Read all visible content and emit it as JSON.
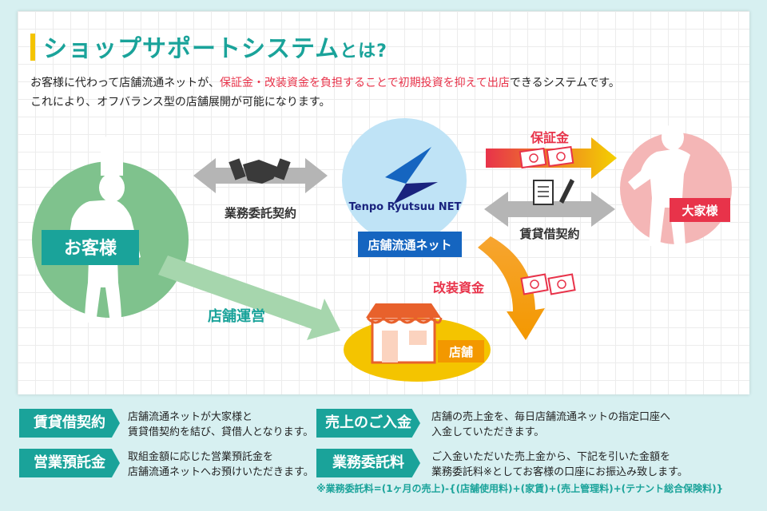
{
  "title": {
    "main": "ショップサポートシステム",
    "suffix": "とは?"
  },
  "intro": {
    "line1_a": "お客様に代わって店舗流通ネットが、",
    "line1_highlight": "保証金・改装資金を負担することで初期投資を抑えて出店",
    "line1_b": "できるシステムです。",
    "line2": "これにより、オフバランス型の店舗展開が可能になります。"
  },
  "diagram": {
    "customer_label": "お客様",
    "company_logo_text": "Tenpo Ryutsuu NET",
    "company_label": "店舗流通ネット",
    "landlord_label": "大家様",
    "store_label": "店舗",
    "business_contract": "業務委託契約",
    "deposit": "保証金",
    "lease_contract": "賃貸借契約",
    "renovation_fund": "改装資金",
    "store_operation": "店舗運営"
  },
  "colors": {
    "teal": "#1aa39a",
    "green": "#7fc28d",
    "blue": "#1565c0",
    "red": "#e8334a",
    "orange": "#f39800",
    "yellow": "#f4c400"
  },
  "legend": [
    {
      "label": "賃貸借契約",
      "desc1": "店舗流通ネットが大家様と",
      "desc2": "賃貸借契約を結び、貸借人となります。"
    },
    {
      "label": "営業預託金",
      "desc1": "取組金額に応じた営業預託金を",
      "desc2": "店舗流通ネットへお預けいただきます。"
    },
    {
      "label": "売上のご入金",
      "desc1": "店舗の売上金を、毎日店舗流通ネットの指定口座へ",
      "desc2": "入金していただきます。"
    },
    {
      "label": "業務委託料",
      "desc1": "ご入金いただいた売上金から、下記を引いた金額を",
      "desc2": "業務委託料※としてお客様の口座にお振込み致します。"
    }
  ],
  "footnote": "※業務委託料=(1ヶ月の売上)-{(店舗使用料)+(家賃)+(売上管理料)+(テナント総合保険料)}"
}
